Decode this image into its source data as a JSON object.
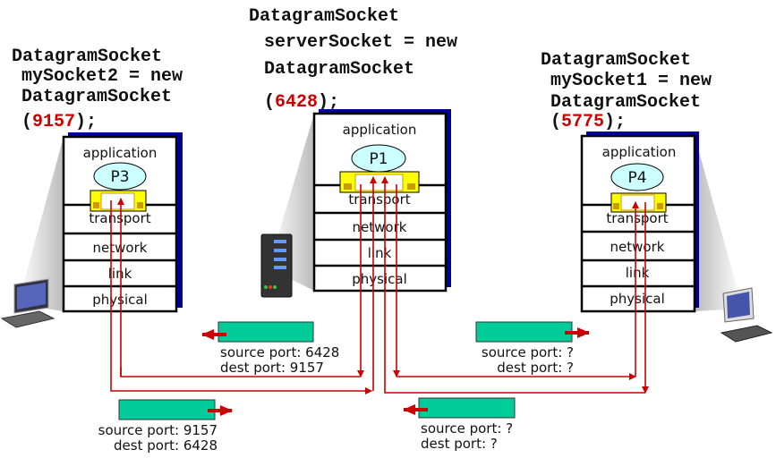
{
  "server": {
    "code": [
      "DatagramSocket",
      "serverSocket = new",
      "DatagramSocket"
    ],
    "port_open": "(",
    "port": "6428",
    "port_close": ");",
    "process": "P1"
  },
  "client_left": {
    "code": [
      "DatagramSocket",
      "mySocket2 = new",
      "DatagramSocket"
    ],
    "port_open": "(",
    "port": "9157",
    "port_close": ");",
    "process": "P3"
  },
  "client_right": {
    "code": [
      "DatagramSocket",
      "mySocket1 = new",
      "DatagramSocket"
    ],
    "port_open": "(",
    "port": "5775",
    "port_close": ");",
    "process": "P4"
  },
  "layers": [
    "application",
    "transport",
    "network",
    "link",
    "physical"
  ],
  "packets": [
    {
      "source": "source port: 6428",
      "dest": "dest port: 9157"
    },
    {
      "source": "source port: 9157",
      "dest": "dest port: 6428"
    },
    {
      "source": "source port: ?",
      "dest": "dest port: ?"
    },
    {
      "source": "source port: ?",
      "dest": "dest port: ?"
    }
  ],
  "colors": {
    "packet": "#00cc99",
    "socket": "#ffff00",
    "process": "#ccffff",
    "arrow": "#cc0000",
    "stack_shadow": "#000099",
    "port_number": "#cc0000"
  }
}
